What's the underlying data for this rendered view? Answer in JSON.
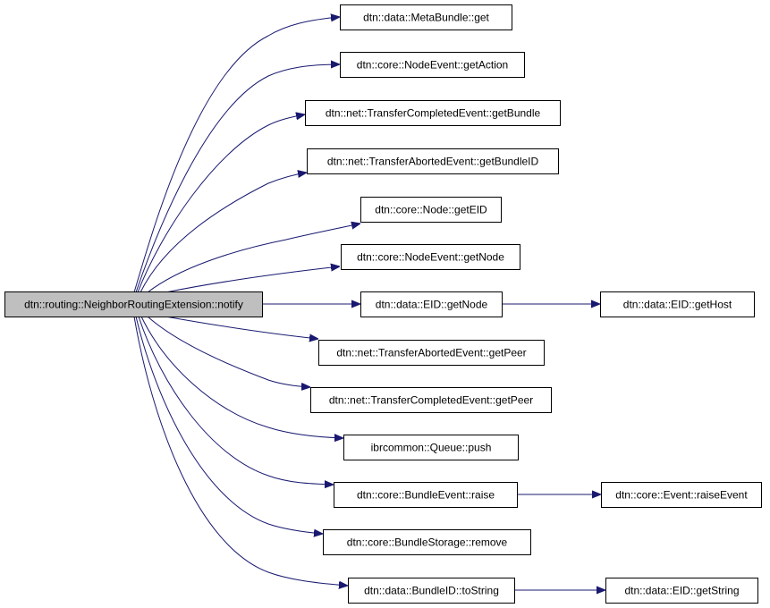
{
  "diagram": {
    "edge_color": "#191970",
    "root_fill": "#bfbfbf",
    "node_fill": "#ffffff",
    "nodes": [
      {
        "id": "root",
        "label": "dtn::routing::NeighborRoutingExtension::notify",
        "root": true
      },
      {
        "id": "n1",
        "label": "dtn::data::MetaBundle::get"
      },
      {
        "id": "n2",
        "label": "dtn::core::NodeEvent::getAction"
      },
      {
        "id": "n3",
        "label": "dtn::net::TransferCompletedEvent::getBundle"
      },
      {
        "id": "n4",
        "label": "dtn::net::TransferAbortedEvent::getBundleID"
      },
      {
        "id": "n5",
        "label": "dtn::core::Node::getEID"
      },
      {
        "id": "n6",
        "label": "dtn::core::NodeEvent::getNode"
      },
      {
        "id": "n7",
        "label": "dtn::data::EID::getNode"
      },
      {
        "id": "n8",
        "label": "dtn::net::TransferAbortedEvent::getPeer"
      },
      {
        "id": "n9",
        "label": "dtn::net::TransferCompletedEvent::getPeer"
      },
      {
        "id": "n10",
        "label": "ibrcommon::Queue::push"
      },
      {
        "id": "n11",
        "label": "dtn::core::BundleEvent::raise"
      },
      {
        "id": "n12",
        "label": "dtn::core::BundleStorage::remove"
      },
      {
        "id": "n13",
        "label": "dtn::data::BundleID::toString"
      },
      {
        "id": "n14",
        "label": "dtn::data::EID::getHost"
      },
      {
        "id": "n15",
        "label": "dtn::core::Event::raiseEvent"
      },
      {
        "id": "n16",
        "label": "dtn::data::EID::getString"
      }
    ],
    "edges": [
      {
        "from": "root",
        "to": "n1"
      },
      {
        "from": "root",
        "to": "n2"
      },
      {
        "from": "root",
        "to": "n3"
      },
      {
        "from": "root",
        "to": "n4"
      },
      {
        "from": "root",
        "to": "n5"
      },
      {
        "from": "root",
        "to": "n6"
      },
      {
        "from": "root",
        "to": "n7"
      },
      {
        "from": "root",
        "to": "n8"
      },
      {
        "from": "root",
        "to": "n9"
      },
      {
        "from": "root",
        "to": "n10"
      },
      {
        "from": "root",
        "to": "n11"
      },
      {
        "from": "root",
        "to": "n12"
      },
      {
        "from": "root",
        "to": "n13"
      },
      {
        "from": "n7",
        "to": "n14"
      },
      {
        "from": "n11",
        "to": "n15"
      },
      {
        "from": "n13",
        "to": "n16"
      }
    ]
  }
}
